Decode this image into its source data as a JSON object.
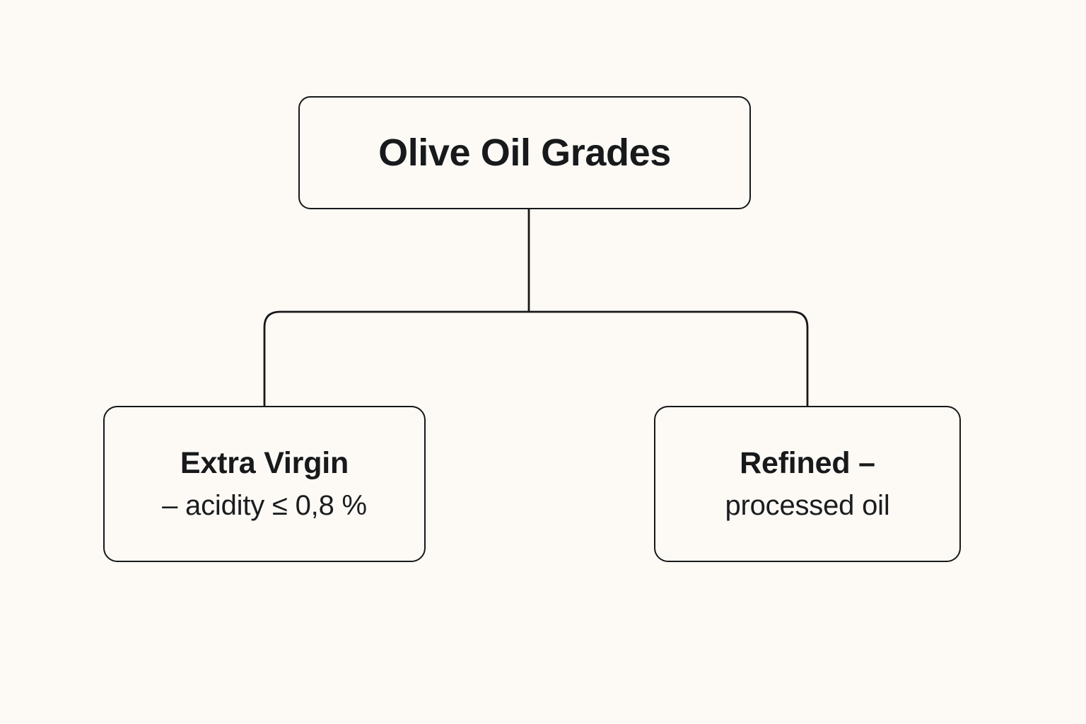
{
  "diagram": {
    "type": "tree",
    "orientation": "top-down",
    "background_color": "#fdf9f4",
    "stroke_color": "#16181a",
    "text_color": "#17191b",
    "root": {
      "id": "olive-oil-grades",
      "title": "Olive Oil Grades"
    },
    "children": [
      {
        "id": "extra-virgin",
        "title": "Extra Virgin",
        "subtitle": "– acidity ≤ 0,8 %"
      },
      {
        "id": "refined",
        "title": "Refined –",
        "subtitle": "processed oil"
      }
    ],
    "edges": [
      {
        "from": "olive-oil-grades",
        "to": "extra-virgin"
      },
      {
        "from": "olive-oil-grades",
        "to": "refined"
      }
    ]
  }
}
